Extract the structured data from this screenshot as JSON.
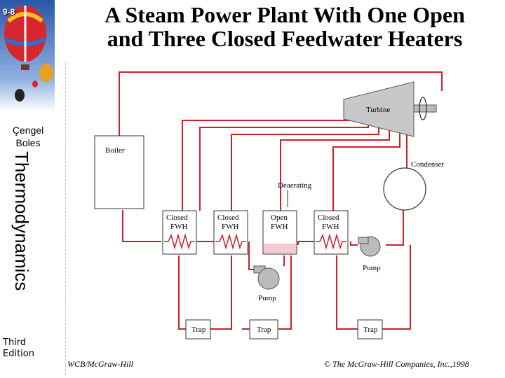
{
  "slide": {
    "number": "9-8",
    "title_line1": "A Steam Power Plant With One Open",
    "title_line2": "and Three Closed Feedwater Heaters"
  },
  "sidebar": {
    "author1": "Çengel",
    "author2": "Boles",
    "book_title": "Thermodynamics",
    "edition_line1": "Third",
    "edition_line2": "Edition"
  },
  "diagram": {
    "boiler": "Boiler",
    "turbine": "Turbine",
    "condenser": "Condenser",
    "deaerating": "Deaerating",
    "fwh1_line1": "Closed",
    "fwh1_line2": "FWH",
    "fwh2_line1": "Closed",
    "fwh2_line2": "FWH",
    "fwh3_line1": "Open",
    "fwh3_line2": "FWH",
    "fwh4_line1": "Closed",
    "fwh4_line2": "FWH",
    "pump_main": "Pump",
    "pump_condensate": "Pump",
    "trap1": "Trap",
    "trap2": "Trap",
    "trap3": "Trap",
    "pipe_color": "#cc1f2d",
    "open_fwh_water_color": "#f6c9d1"
  },
  "footer": {
    "publisher": "WCB/McGraw-Hill",
    "copyright": "© The McGraw-Hill Companies, Inc.,1998"
  }
}
